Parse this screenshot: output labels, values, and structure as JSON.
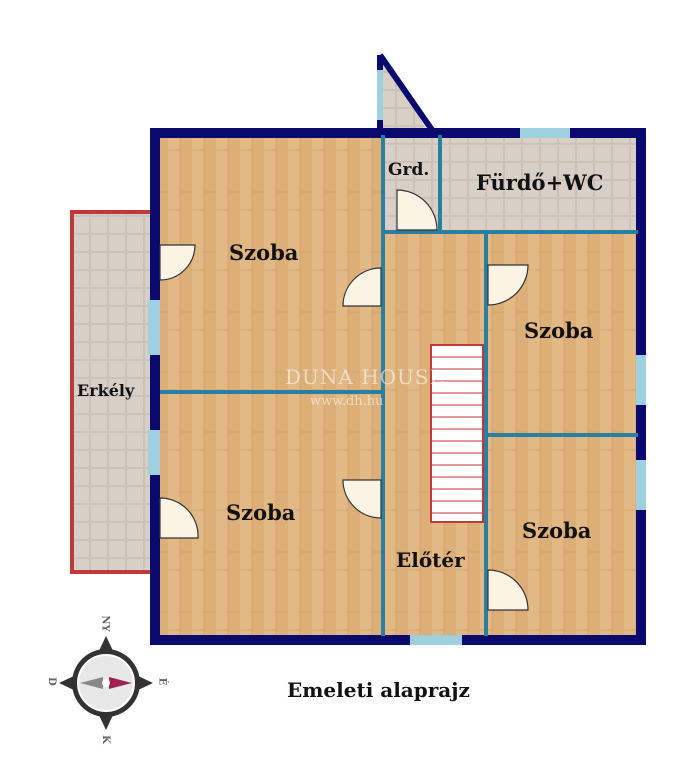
{
  "rooms": {
    "szoba1": "Szoba",
    "szoba2": "Szoba",
    "szoba3": "Szoba",
    "szoba4": "Szoba",
    "grd": "Grd.",
    "furdo": "Fürdő+WC",
    "eloter": "Előtér",
    "erkely": "Erkély"
  },
  "caption": "Emeleti alaprajz",
  "watermark": {
    "brand": "DUNA HOUSE",
    "url": "www.dh.hu"
  },
  "compass": {
    "top": "NY",
    "bottom": "K",
    "right": "É",
    "left": "D"
  },
  "colors": {
    "outer_wall": "#0a0a6e",
    "inner_wall": "#2a7fa0",
    "wood": "#dcae78",
    "tile": "#cfc4bb",
    "balcony_border": "#c0393b"
  }
}
